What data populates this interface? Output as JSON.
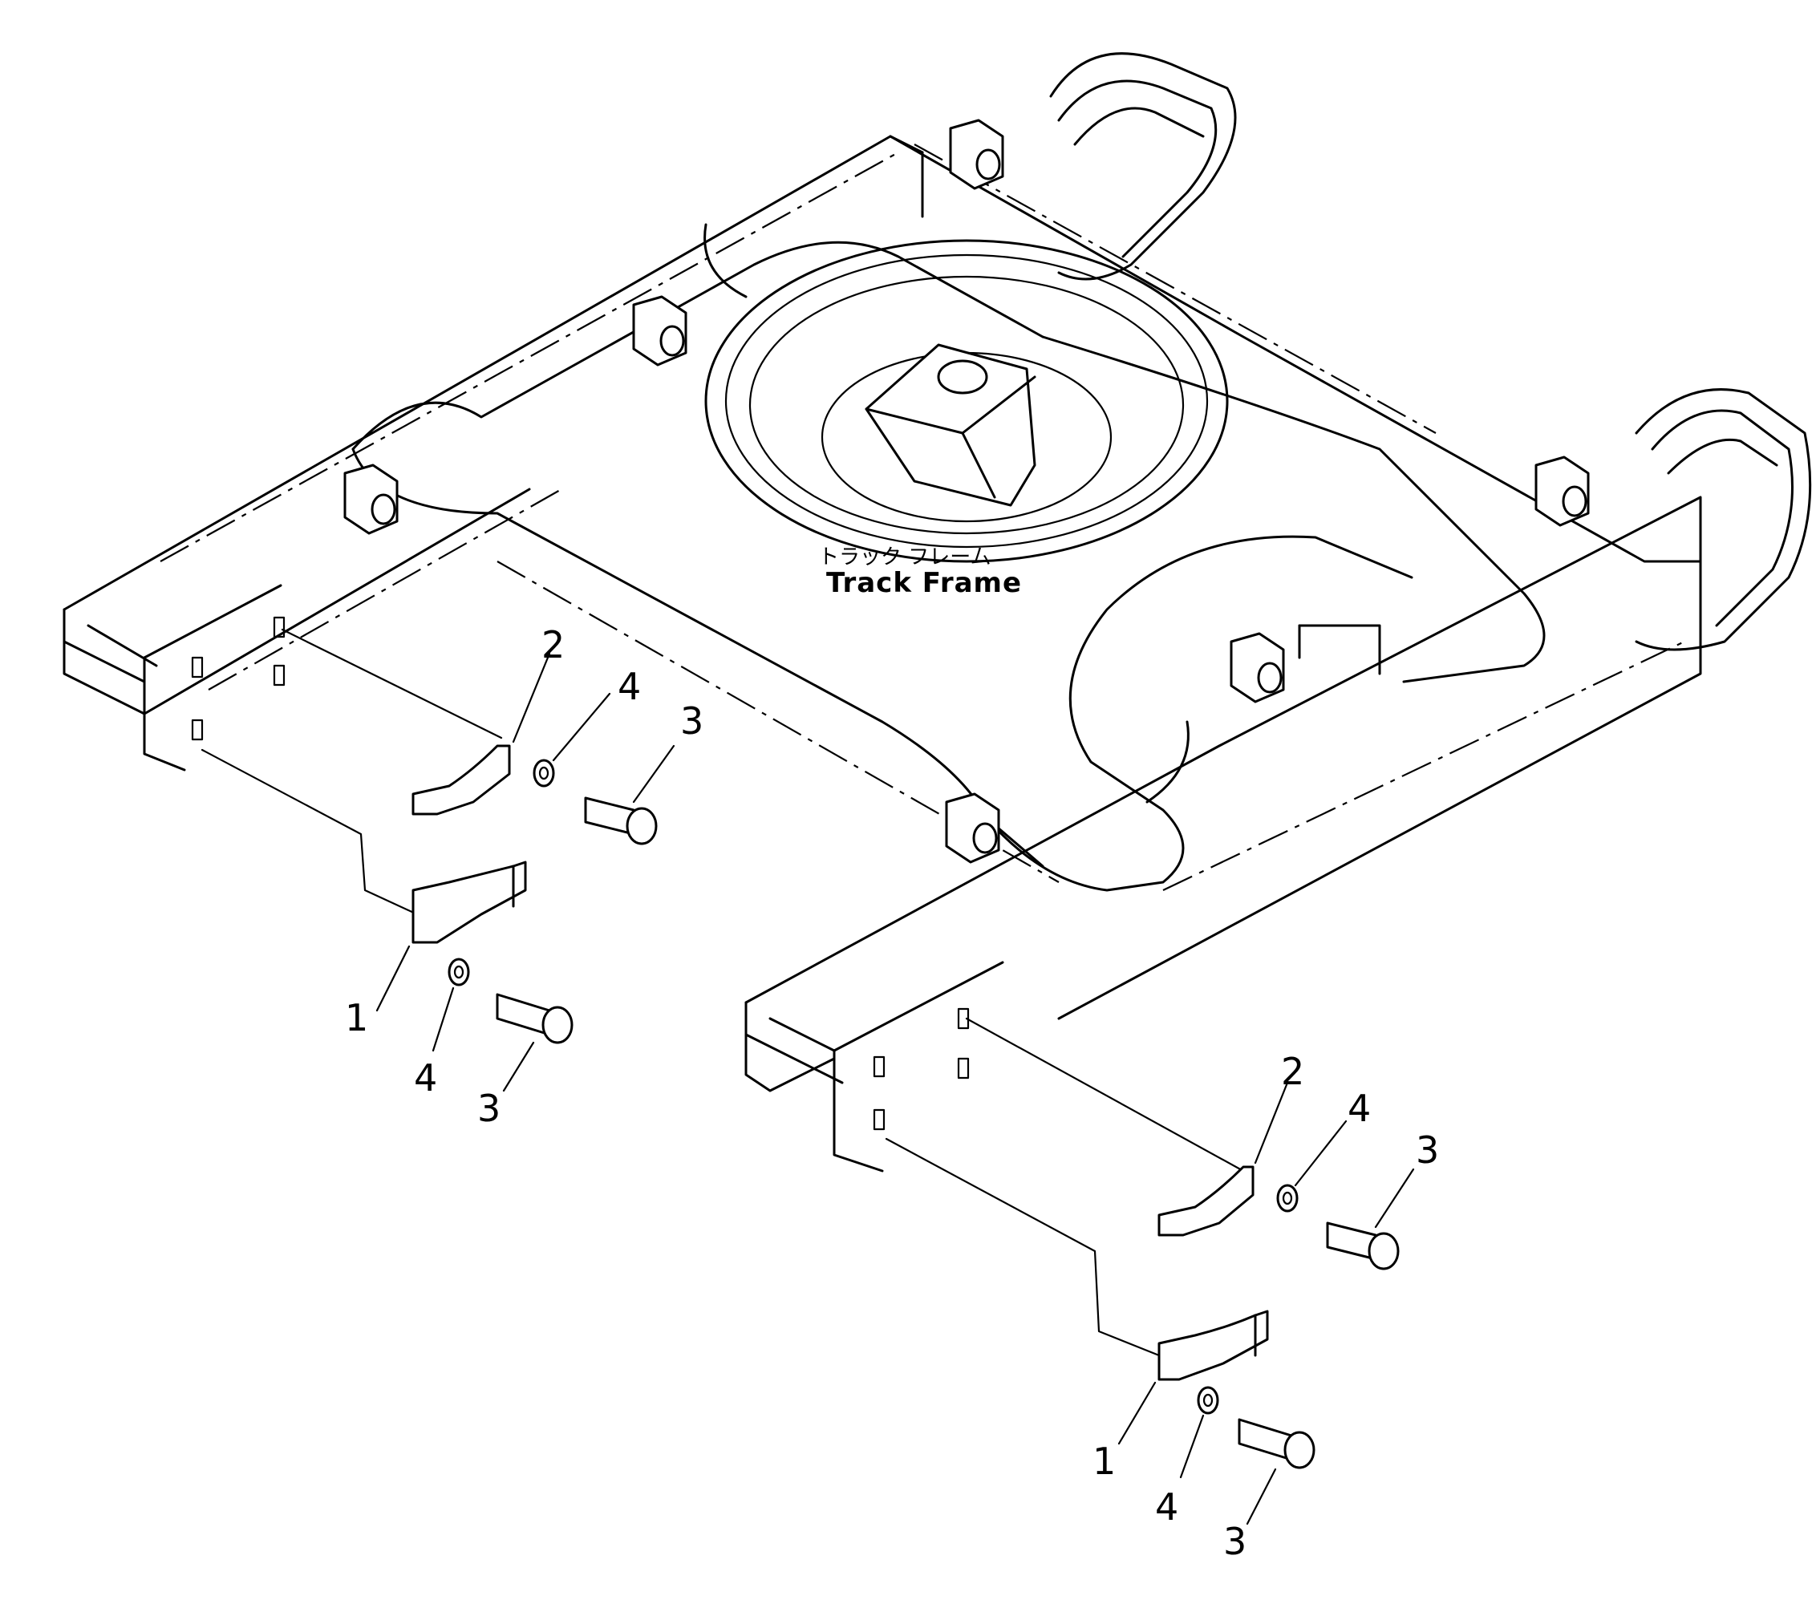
{
  "frame": {
    "label_jp": "トラック フレーム",
    "label_en": "Track Frame"
  },
  "callouts": {
    "left": {
      "c1": "1",
      "c2": "2",
      "c3a": "3",
      "c3b": "3",
      "c4a": "4",
      "c4b": "4"
    },
    "right": {
      "c1": "1",
      "c2": "2",
      "c3a": "3",
      "c3b": "3",
      "c4a": "4",
      "c4b": "4"
    }
  }
}
